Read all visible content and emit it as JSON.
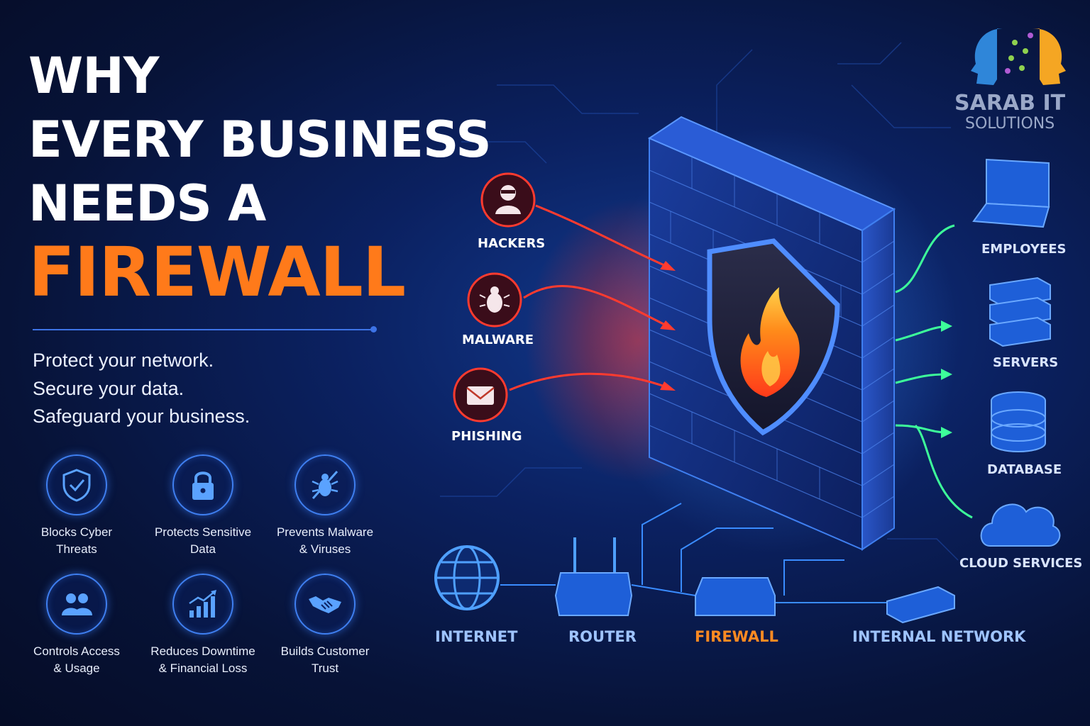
{
  "headline": {
    "line1": "WHY",
    "line2": "EVERY BUSINESS",
    "line3": "NEEDS A",
    "line4": "FIREWALL"
  },
  "taglines": [
    "Protect your network.",
    "Secure your data.",
    "Safeguard your business."
  ],
  "benefits": [
    {
      "icon": "shield-check-icon",
      "line1": "Blocks Cyber",
      "line2": "Threats"
    },
    {
      "icon": "lock-icon",
      "line1": "Protects Sensitive",
      "line2": "Data"
    },
    {
      "icon": "bug-blocked-icon",
      "line1": "Prevents Malware",
      "line2": "& Viruses"
    },
    {
      "icon": "users-icon",
      "line1": "Controls Access",
      "line2": "& Usage"
    },
    {
      "icon": "growth-chart-icon",
      "line1": "Reduces Downtime",
      "line2": "& Financial Loss"
    },
    {
      "icon": "handshake-icon",
      "line1": "Builds Customer",
      "line2": "Trust"
    }
  ],
  "threats": [
    {
      "icon": "hacker-icon",
      "label": "HACKERS"
    },
    {
      "icon": "bug-icon",
      "label": "MALWARE"
    },
    {
      "icon": "envelope-icon",
      "label": "PHISHING"
    }
  ],
  "protected": [
    {
      "icon": "laptop-icon",
      "label": "EMPLOYEES"
    },
    {
      "icon": "server-icon",
      "label": "SERVERS"
    },
    {
      "icon": "database-icon",
      "label": "DATABASE"
    },
    {
      "icon": "cloud-icon",
      "label": "CLOUD SERVICES"
    }
  ],
  "network": [
    {
      "icon": "globe-icon",
      "label": "INTERNET"
    },
    {
      "icon": "router-icon",
      "label": "ROUTER"
    },
    {
      "icon": "firewall-device-icon",
      "label": "FIREWALL"
    },
    {
      "icon": "switch-icon",
      "label": "INTERNAL NETWORK"
    }
  ],
  "brand": {
    "line1": "SARAB IT",
    "line2": "SOLUTIONS"
  },
  "colors": {
    "accent": "#ff7a1a",
    "blue": "#3f7ff0",
    "threat": "#ff3b2f",
    "safe": "#3dff9a"
  }
}
